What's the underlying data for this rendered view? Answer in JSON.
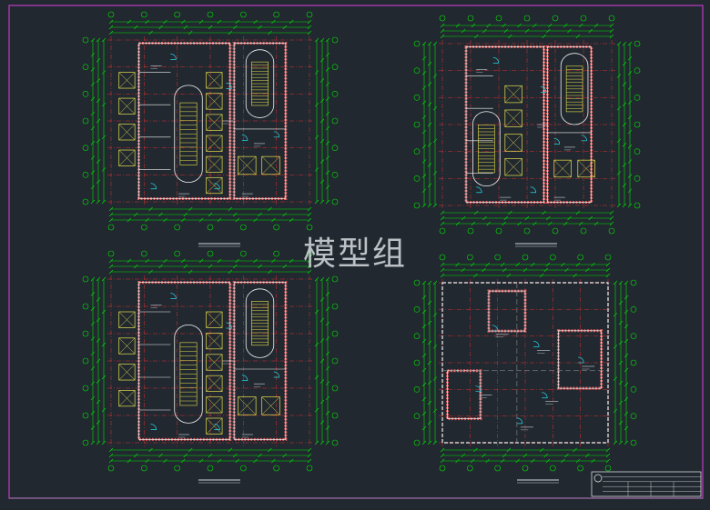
{
  "watermark": "模型组",
  "colors": {
    "background": "#212830",
    "frame": "#b23bb8",
    "dimension": "#00e400",
    "wall": "#f2f2f2",
    "wall_hatch": "#e05a5a",
    "grid_axis": "#e03030",
    "stair": "#e8e04a",
    "door": "#27d6e8",
    "text": "#d0d6dc"
  },
  "panels": [
    {
      "id": "plan-top-left"
    },
    {
      "id": "plan-top-right"
    },
    {
      "id": "plan-bottom-left"
    },
    {
      "id": "plan-bottom-right"
    }
  ],
  "title_block": {
    "id": "title-block"
  }
}
